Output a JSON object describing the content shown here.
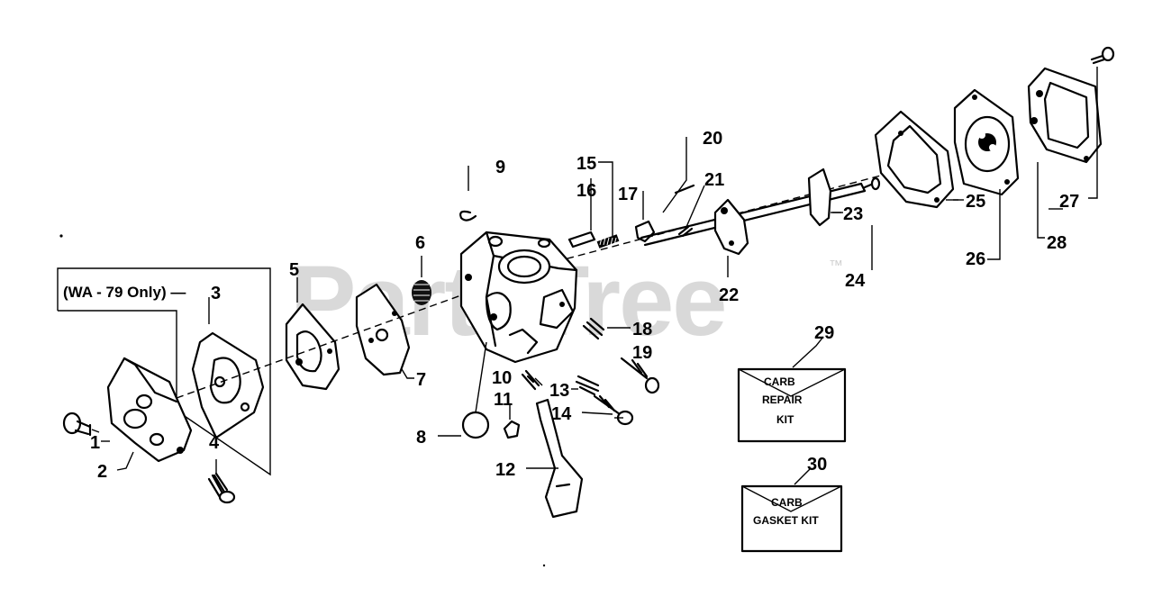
{
  "watermark": {
    "text": "PartsTree",
    "tm": "™"
  },
  "note": {
    "text": "(WA - 79 Only) —"
  },
  "parts": [
    {
      "num": "1"
    },
    {
      "num": "2"
    },
    {
      "num": "3"
    },
    {
      "num": "4"
    },
    {
      "num": "5"
    },
    {
      "num": "6"
    },
    {
      "num": "7"
    },
    {
      "num": "8"
    },
    {
      "num": "9"
    },
    {
      "num": "10"
    },
    {
      "num": "11"
    },
    {
      "num": "12"
    },
    {
      "num": "13"
    },
    {
      "num": "14"
    },
    {
      "num": "15"
    },
    {
      "num": "16"
    },
    {
      "num": "17"
    },
    {
      "num": "18"
    },
    {
      "num": "19"
    },
    {
      "num": "20"
    },
    {
      "num": "21"
    },
    {
      "num": "22"
    },
    {
      "num": "23"
    },
    {
      "num": "24"
    },
    {
      "num": "25"
    },
    {
      "num": "26"
    },
    {
      "num": "27"
    },
    {
      "num": "28"
    },
    {
      "num": "29"
    },
    {
      "num": "30"
    }
  ],
  "kits": {
    "repair": {
      "line1": "CARB",
      "line2": "REPAIR",
      "line3": "KIT"
    },
    "gasket": {
      "line1": "CARB",
      "line2": "GASKET KIT"
    }
  }
}
